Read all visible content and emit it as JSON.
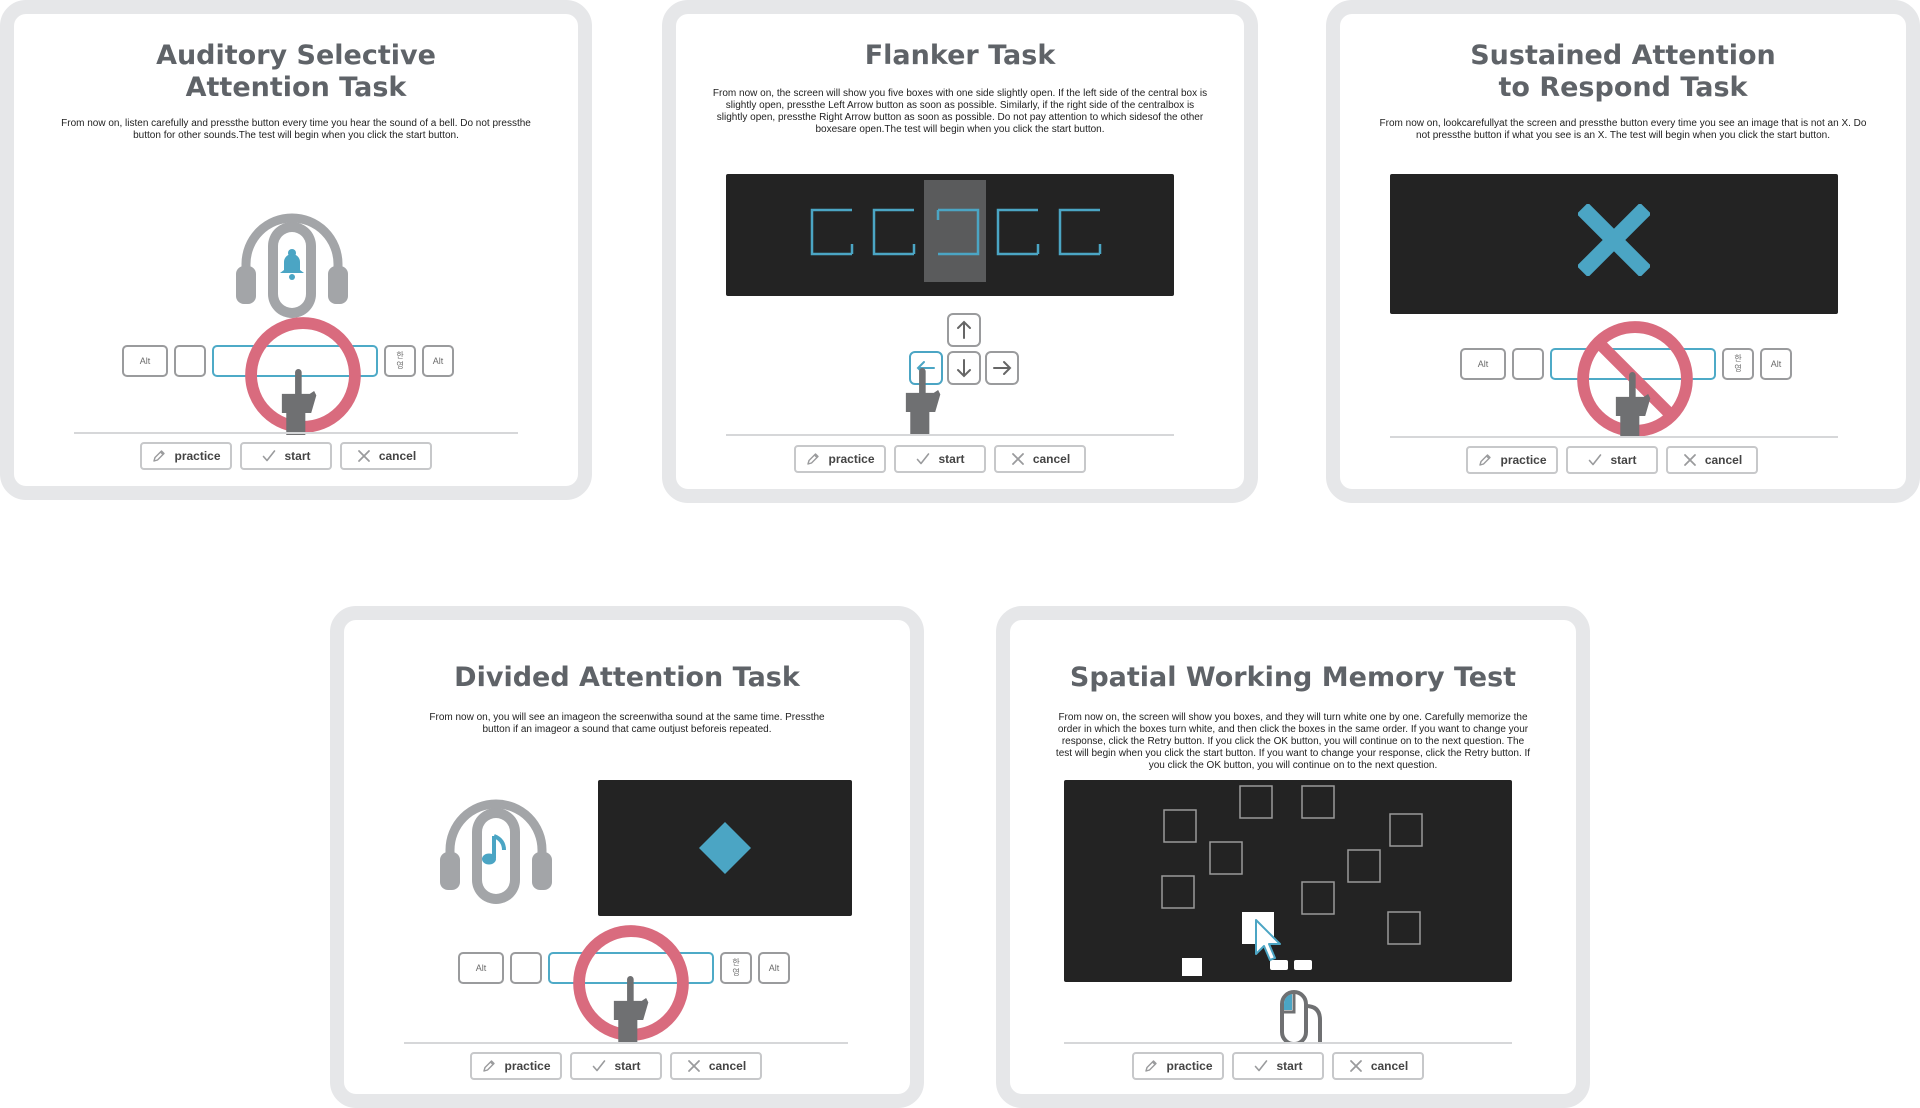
{
  "colors": {
    "accent": "#4ba5c4",
    "prohibit": "#d96b7e",
    "frame": "#e6e7e9",
    "screen": "#232323",
    "title": "#5f6368",
    "hand": "#6f7072"
  },
  "buttons": {
    "practice": "practice",
    "start": "start",
    "cancel": "cancel"
  },
  "keys": {
    "alt": "Alt",
    "han_top": "한",
    "han_bottom": "영"
  },
  "tasks": {
    "auditory": {
      "title_line1": "Auditory Selective",
      "title_line2": "Attention Task",
      "description": "From now on, listen carefully and pressthe button every time you hear the sound of a bell. Do not pressthe button for other sounds.The test will begin when you click the start button.",
      "icons": [
        "headphones-icon",
        "bell-icon",
        "no-symbol-icon",
        "hand-icon"
      ]
    },
    "flanker": {
      "title": "Flanker Task",
      "description": "From now on, the screen will show you five boxes with one side slightly open. If the left side of the central box is slightly open, pressthe Left Arrow button as soon as possible. Similarly, if the right side of the centralbox is slightly open, pressthe Right Arrow button as soon as possible. Do not pay attention to which sidesof the other boxesare open.The test will begin when you click the start button.",
      "icons": [
        "arrow-up-icon",
        "arrow-left-icon",
        "arrow-down-icon",
        "arrow-right-icon",
        "hand-icon"
      ]
    },
    "sustained": {
      "title_line1": "Sustained Attention",
      "title_line2": "to Respond Task",
      "description": "From now on, lookcarefullyat the screen and pressthe button every time you see an image that is not an X. Do not pressthe button if what you see is an X. The test will begin when you click the start button.",
      "icons": [
        "x-mark-icon",
        "no-symbol-icon",
        "hand-icon"
      ]
    },
    "divided": {
      "title": "Divided Attention Task",
      "description": "From now on, you will see an imageon the screenwitha sound at the same time. Pressthe button if an imageor a sound that came outjust beforeis repeated.",
      "icons": [
        "headphones-icon",
        "music-note-icon",
        "diamond-icon",
        "no-symbol-icon",
        "hand-icon"
      ]
    },
    "spatial": {
      "title": "Spatial Working Memory Test",
      "description": "From now on, the screen will show you boxes, and they will turn white one by one. Carefully memorize the order in which the boxes turn white, and then click the boxes in the same order. If you want to change your response, click the Retry button. If you click the OK button, you will continue on to the next question. The test will begin when you click the start button. If you want to change your response, click the Retry button. If you click the OK button, you will continue on to the next question.",
      "icons": [
        "cursor-icon",
        "mouse-icon"
      ]
    }
  }
}
